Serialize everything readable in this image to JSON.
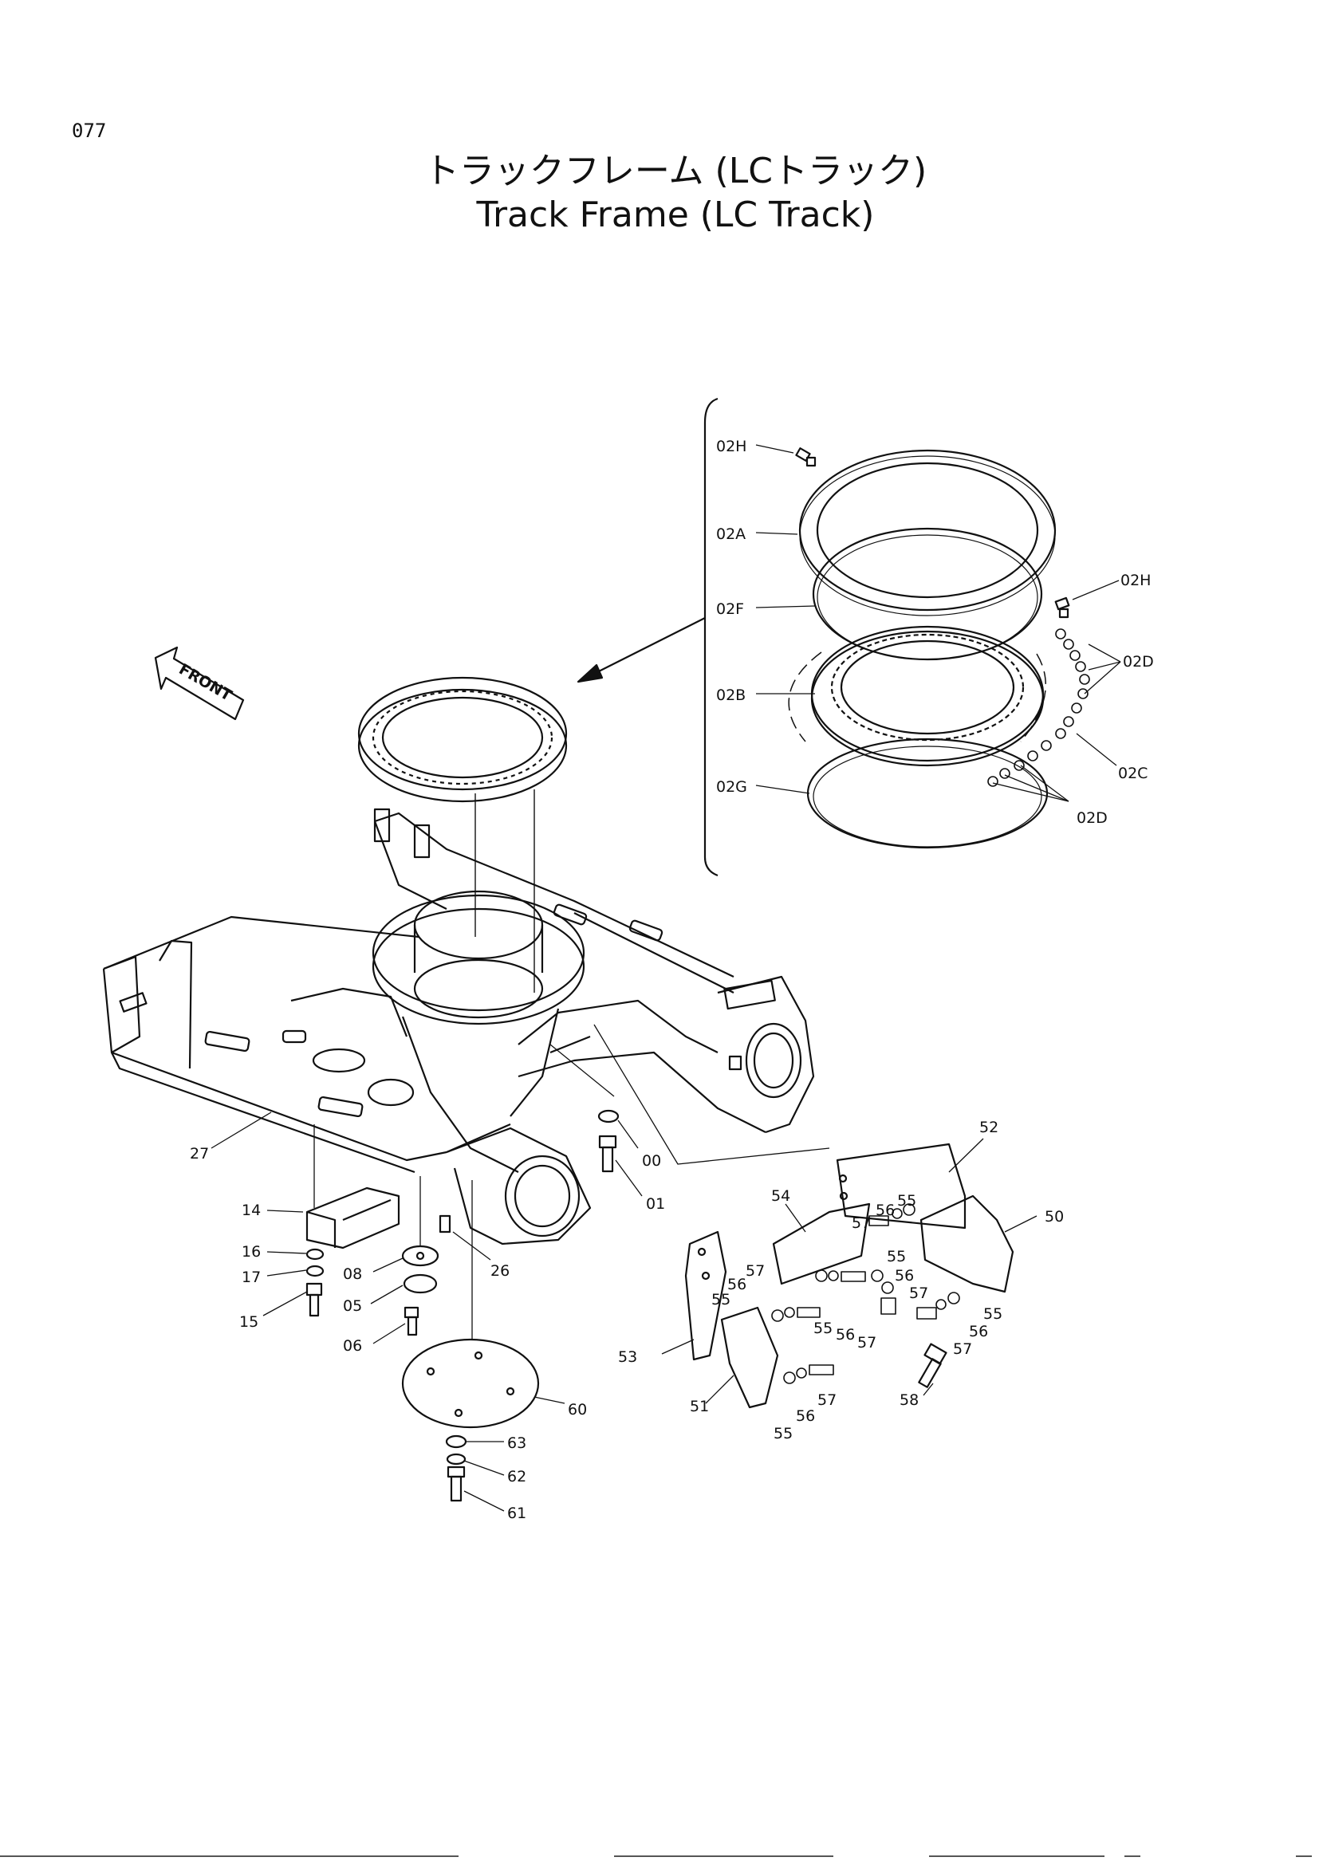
{
  "page": {
    "number": "077",
    "title_jp": "トラックフレーム (LCトラック)",
    "title_en": "Track Frame (LC Track)"
  },
  "front_label": "FRONT",
  "parts": {
    "p02H_a": "02H",
    "p02A": "02A",
    "p02H_b": "02H",
    "p02F": "02F",
    "p02D_a": "02D",
    "p02B": "02B",
    "p02C": "02C",
    "p02G": "02G",
    "p02D_b": "02D",
    "p27": "27",
    "p00": "00",
    "p01": "01",
    "p14": "14",
    "p16": "16",
    "p17": "17",
    "p15": "15",
    "p08": "08",
    "p05": "05",
    "p06": "06",
    "p26": "26",
    "p60": "60",
    "p63": "63",
    "p62": "62",
    "p61": "61",
    "p52": "52",
    "p54": "54",
    "p50": "50",
    "p53": "53",
    "p51": "51",
    "p58": "58",
    "p55_a": "55",
    "p56_a": "56",
    "p57_a": "57",
    "p55_b": "55",
    "p56_b": "56",
    "p57_b": "57",
    "p55_c": "55",
    "p56_c": "56",
    "p57_c": "57",
    "p55_d": "55",
    "p56_d": "56",
    "p57_d": "57",
    "p55_e": "55",
    "p56_e": "56",
    "p57_e": "57",
    "p55_f": "55",
    "p56_f": "56",
    "p57_f": "57"
  }
}
